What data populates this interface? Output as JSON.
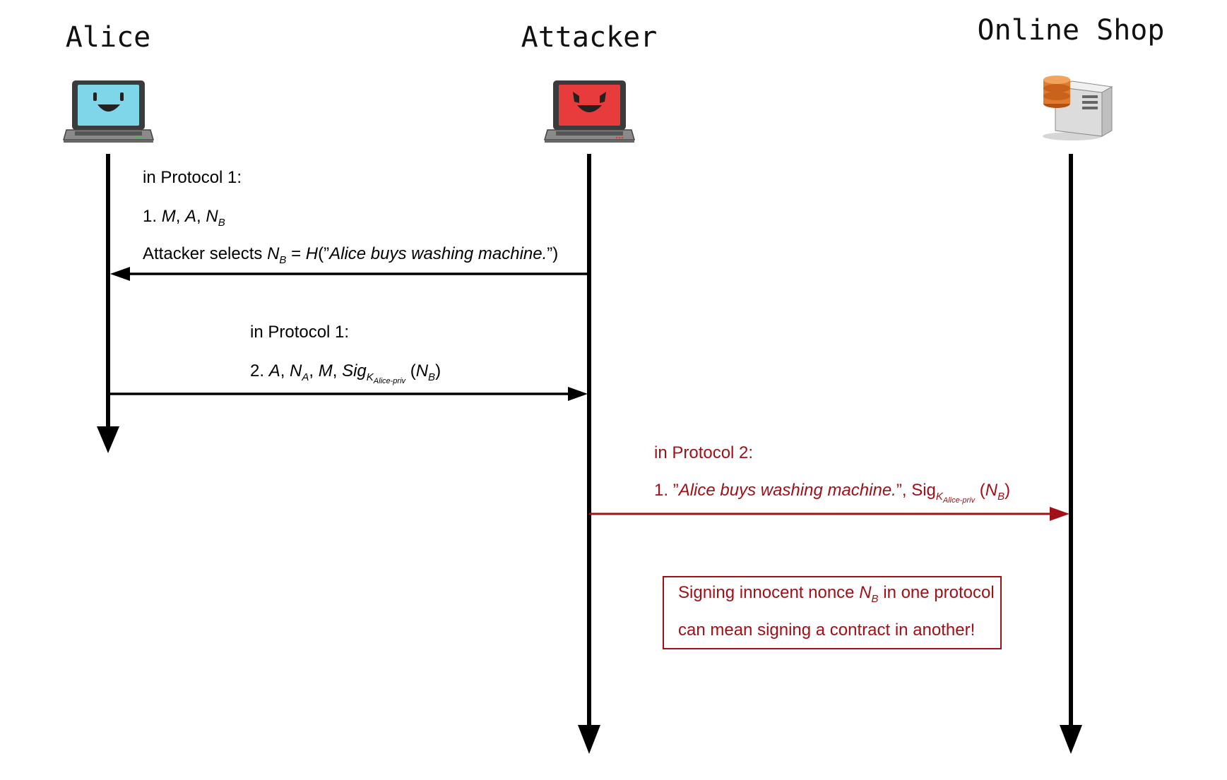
{
  "participants": {
    "alice": {
      "name": "Alice"
    },
    "attacker": {
      "name": "Attacker"
    },
    "shop": {
      "name": "Online Shop"
    }
  },
  "messages": {
    "m1": {
      "heading": "in Protocol 1:",
      "step": "1.",
      "fields": [
        "M",
        "A",
        "N"
      ],
      "field_sub": "B",
      "detail_prefix": "Attacker selects ",
      "detail_n": "N",
      "detail_n_sub": "B",
      "detail_eq": " = ",
      "detail_h": "H",
      "detail_open": "(”",
      "detail_quote": "Alice buys washing machine.",
      "detail_close": "”)"
    },
    "m2": {
      "heading": "in Protocol 1:",
      "step": "2.",
      "a": "A",
      "na": "N",
      "na_sub": "A",
      "m": "M",
      "sig": "Sig",
      "sig_k": "K",
      "sig_k_sub": "Alice-priv",
      "arg_open": "(",
      "arg": "N",
      "arg_sub": "B",
      "arg_close": ")"
    },
    "m3": {
      "heading": "in Protocol 2:",
      "step": "1.",
      "quote_open": "”",
      "quote": "Alice buys washing machine.",
      "quote_close": "”,",
      "sig": "Sig",
      "sig_k": "K",
      "sig_k_sub": "Alice-priv",
      "arg_open": "(",
      "arg": "N",
      "arg_sub": "B",
      "arg_close": ")"
    }
  },
  "note": {
    "line1_prefix": "Signing innocent nonce ",
    "line1_n": "N",
    "line1_n_sub": "B",
    "line1_suffix": " in one protocol",
    "line2": "can mean signing a contract in another!"
  },
  "colors": {
    "line": "#000000",
    "attack": "#a30f16",
    "alice_screen": "#7fd6e8",
    "attacker_screen": "#e83b3b",
    "db": "#e07a2c"
  }
}
